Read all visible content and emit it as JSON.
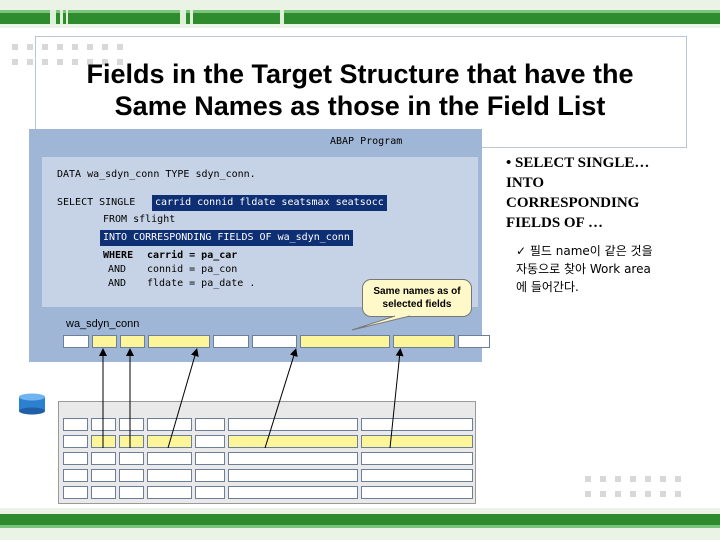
{
  "title": {
    "line1": "Fields in the Target Structure that have the",
    "line2": "Same Names as those in the Field List"
  },
  "program_label": "ABAP Program",
  "code": {
    "data_stmt": "DATA wa_sdyn_conn TYPE sdyn_conn.",
    "select": "SELECT SINGLE",
    "field_list": "carrid connid fldate seatsmax seatsocc",
    "from": "FROM sflight",
    "into": "INTO CORRESPONDING FIELDS OF wa_sdyn_conn",
    "where_kw": "WHERE",
    "where_cond": "carrid = pa_car",
    "and1_kw": "AND",
    "and1_cond": "connid = pa_con",
    "and2_kw": "AND",
    "and2_cond": "fldate = pa_date ."
  },
  "callout": {
    "line1": "Same names as of",
    "line2": "selected fields"
  },
  "structure_name": "wa_sdyn_conn",
  "bullet": {
    "line1": "• SELECT SINGLE…",
    "line2": "INTO",
    "line3": "CORRESPONDING",
    "line4": "FIELDS OF …"
  },
  "note": {
    "line1": "✓ 필드 name이 같은 것을",
    "line2": "자동으로 찾아 Work area",
    "line3": "에 들어간다."
  },
  "colors": {
    "green": "#2e8b2e",
    "blue_bg": "#9fb6d6",
    "highlight": "#0f2f75",
    "yellow_field": "#fdf59a"
  },
  "icons": [
    "database-icon"
  ]
}
